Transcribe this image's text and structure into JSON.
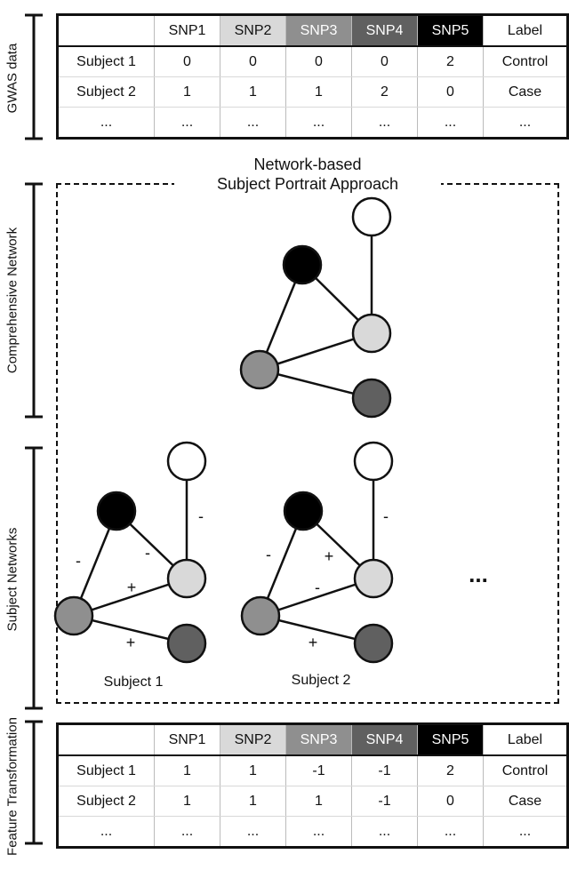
{
  "side_labels": {
    "gwas": "GWAS data",
    "comprehensive": "Comprehensive Network",
    "subject_networks": "Subject Networks",
    "feature": "Feature Transformation"
  },
  "approach_title_line1": "Network-based",
  "approach_title_line2": "Subject Portrait Approach",
  "gwas_table": {
    "header": [
      "",
      "SNP1",
      "SNP2",
      "SNP3",
      "SNP4",
      "SNP5",
      "Label"
    ],
    "rows": [
      [
        "Subject 1",
        "0",
        "0",
        "0",
        "0",
        "2",
        "Control"
      ],
      [
        "Subject 2",
        "1",
        "1",
        "1",
        "2",
        "0",
        "Case"
      ],
      [
        "...",
        "...",
        "...",
        "...",
        "...",
        "...",
        "..."
      ]
    ]
  },
  "feature_table": {
    "header": [
      "",
      "SNP1",
      "SNP2",
      "SNP3",
      "SNP4",
      "SNP5",
      "Label"
    ],
    "rows": [
      [
        "Subject 1",
        "1",
        "1",
        "-1",
        "-1",
        "2",
        "Control"
      ],
      [
        "Subject 2",
        "1",
        "1",
        "1",
        "-1",
        "0",
        "Case"
      ],
      [
        "...",
        "...",
        "...",
        "...",
        "...",
        "...",
        "..."
      ]
    ]
  },
  "snp_colors": {
    "SNP1": "#ffffff",
    "SNP2": "#d9d9d9",
    "SNP3": "#8f8f8f",
    "SNP4": "#606060",
    "SNP5": "#000000"
  },
  "subject_network_labels": [
    "Subject 1",
    "Subject 2"
  ],
  "subject1_signs": [
    "-",
    "-",
    "-",
    "+",
    "+"
  ],
  "subject2_signs": [
    "-",
    "+",
    "-",
    "-",
    "+"
  ],
  "more_networks": "..."
}
